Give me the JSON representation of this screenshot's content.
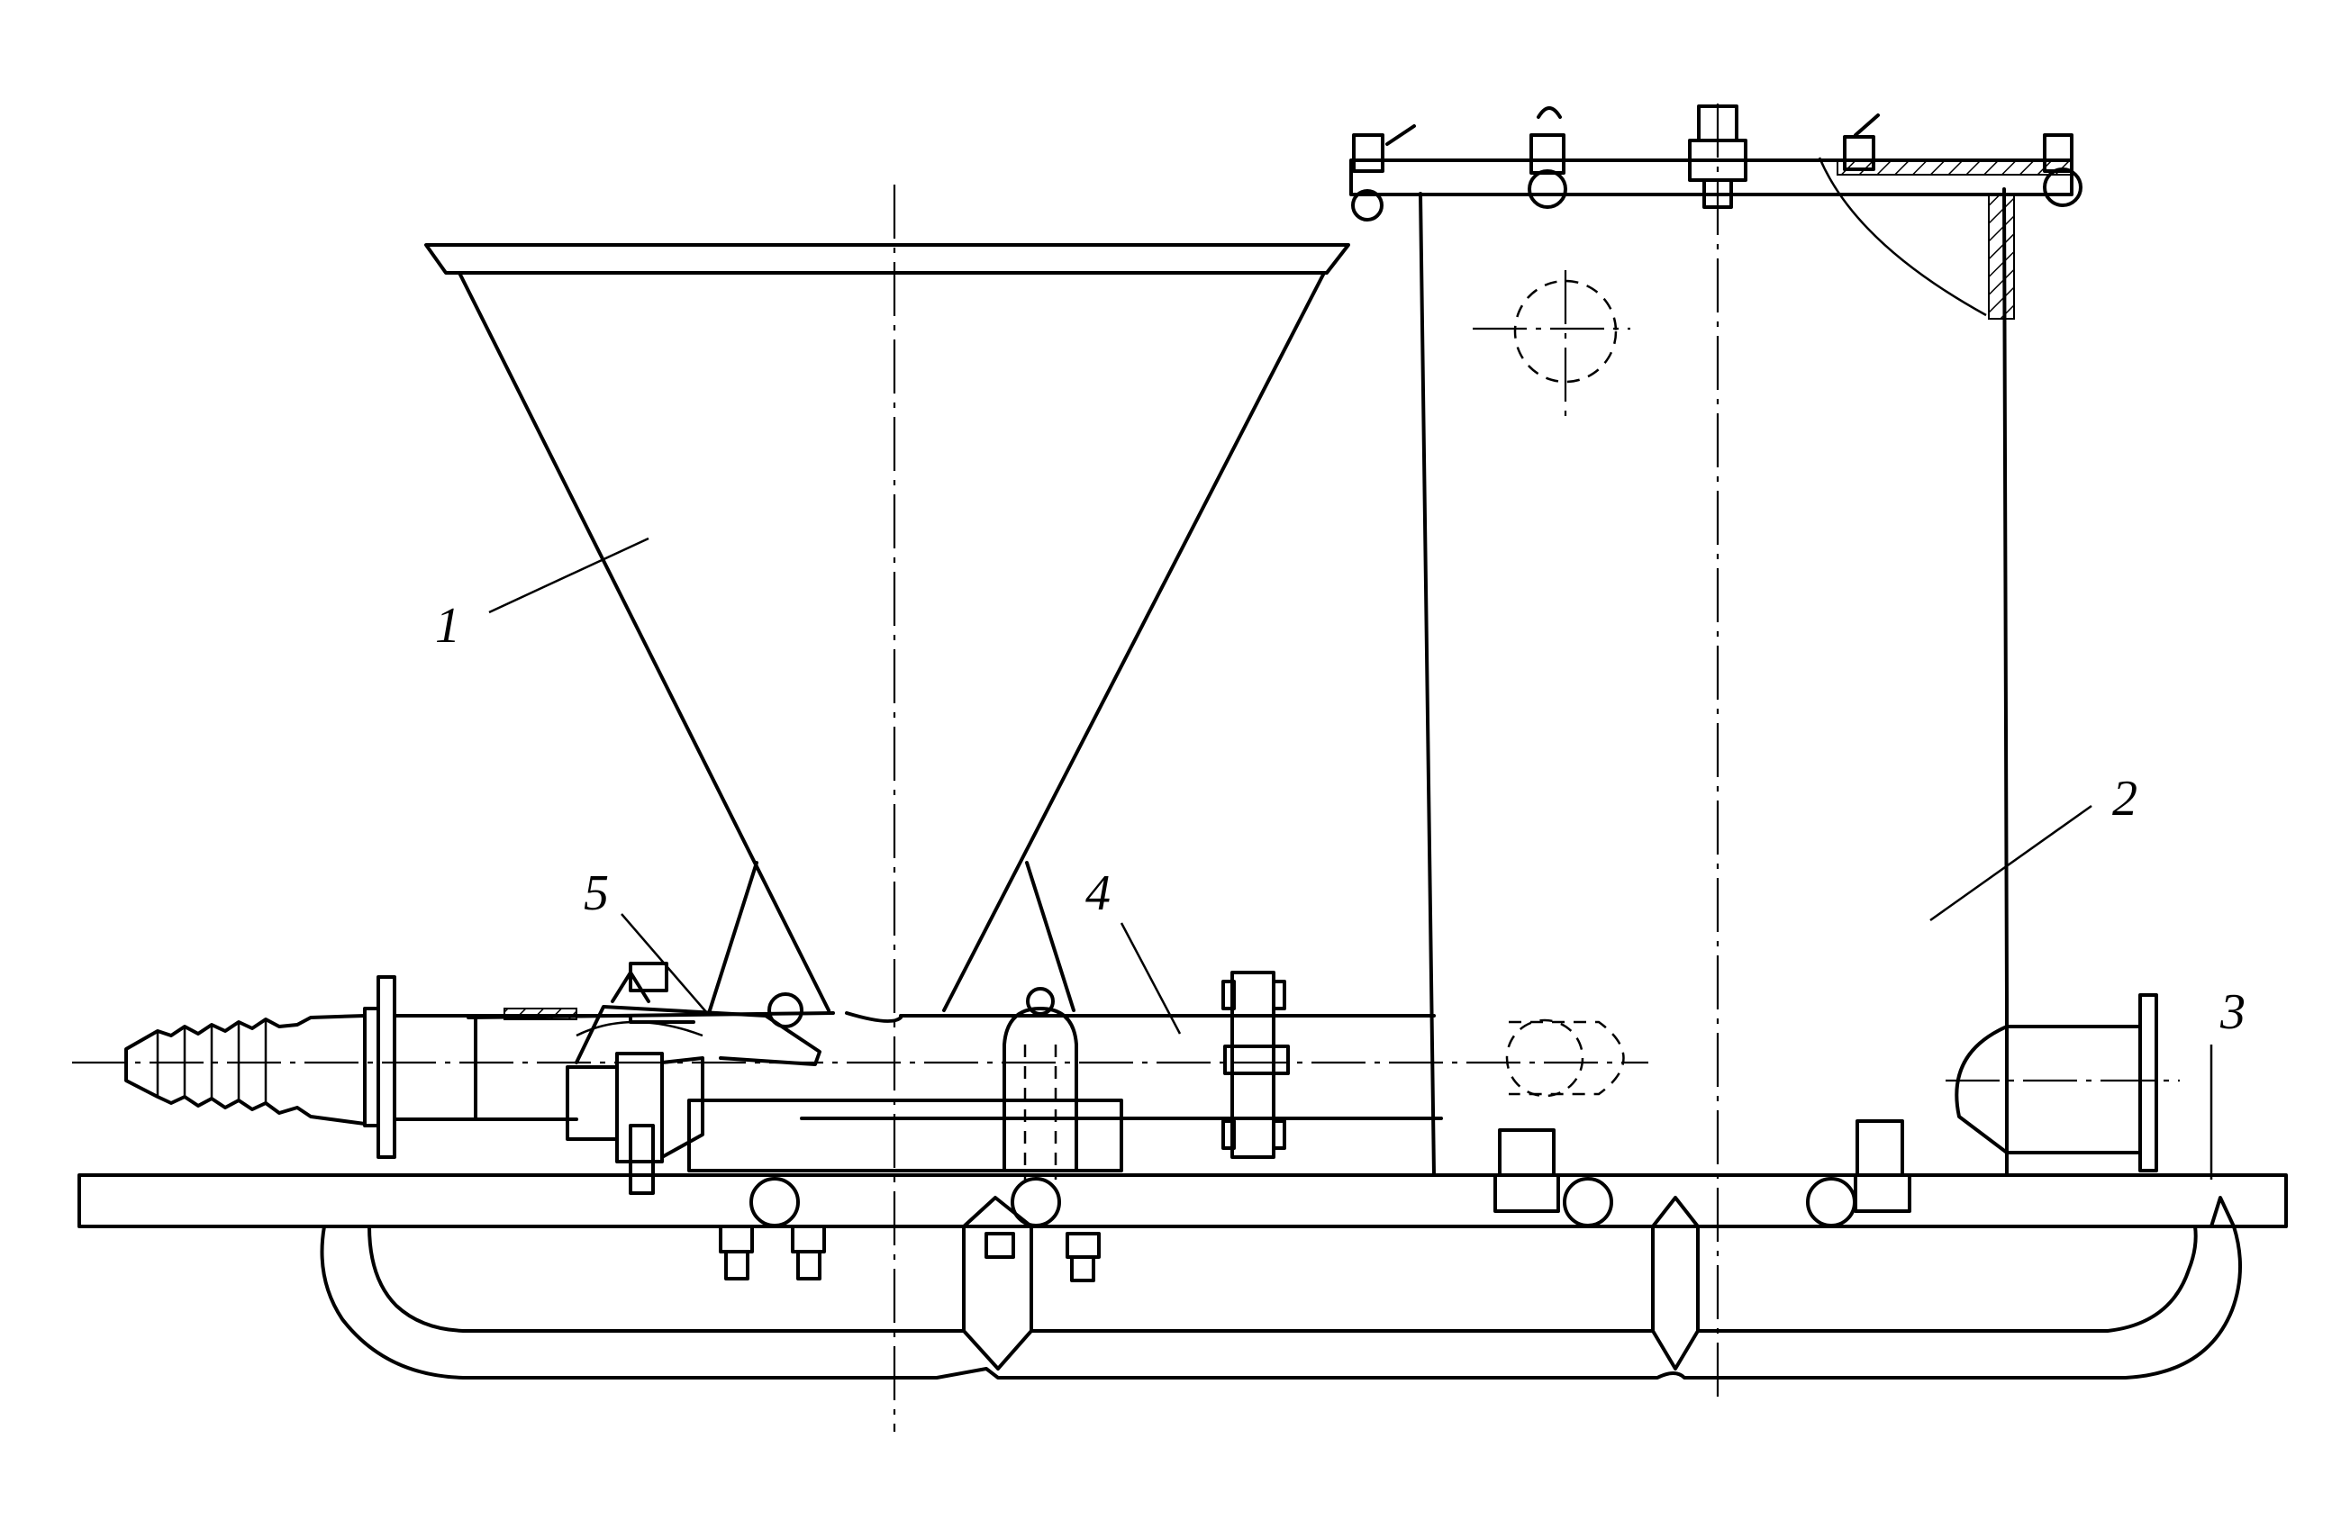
{
  "labels": {
    "hopper": "1",
    "tank": "2",
    "frame": "3",
    "pipe": "4",
    "valve": "5"
  },
  "colors": {
    "ink": "#000000",
    "paper": "#ffffff"
  }
}
